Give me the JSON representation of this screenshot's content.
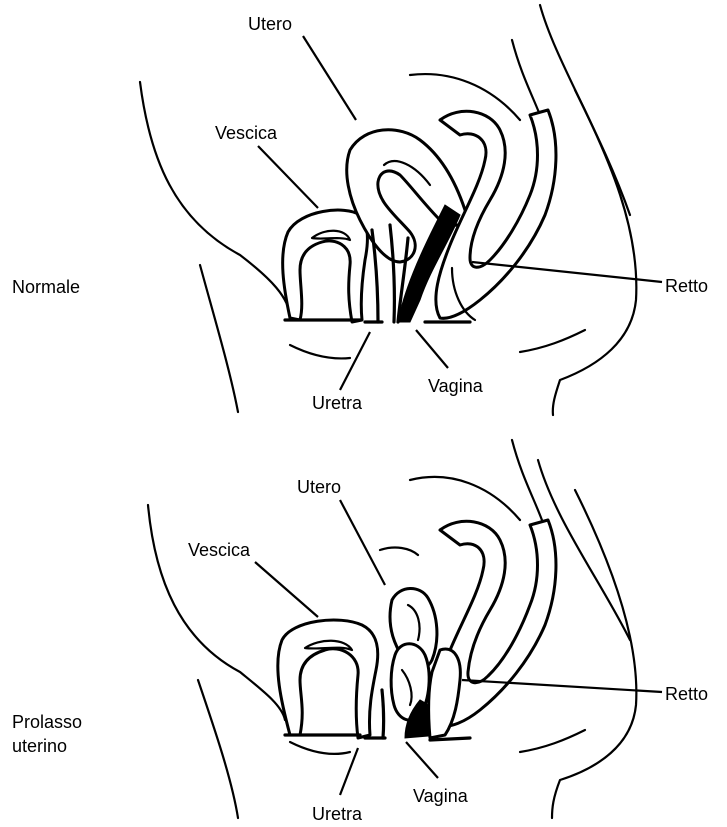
{
  "panels": [
    {
      "id": "normal",
      "side_label": "Normale",
      "labels": {
        "utero": "Utero",
        "vescica": "Vescica",
        "retto": "Retto",
        "uretra": "Uretra",
        "vagina": "Vagina"
      }
    },
    {
      "id": "prolapse",
      "side_label_line1": "Prolasso",
      "side_label_line2": "uterino",
      "labels": {
        "utero": "Utero",
        "vescica": "Vescica",
        "retto": "Retto",
        "uretra": "Uretra",
        "vagina": "Vagina"
      }
    }
  ]
}
